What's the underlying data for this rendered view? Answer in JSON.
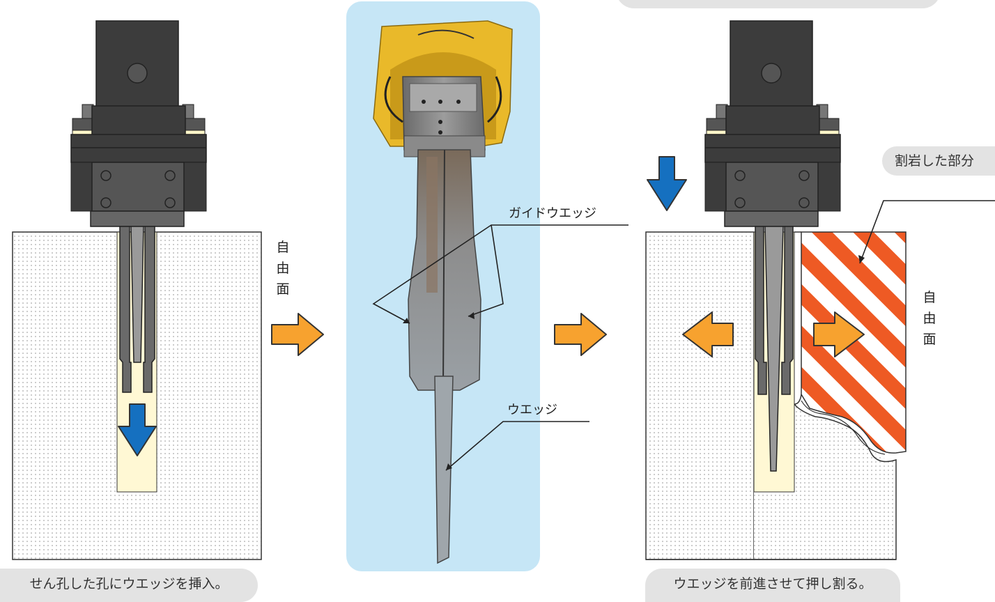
{
  "labels": {
    "step1_caption": "せん孔した孔にウエッジを挿入。",
    "step3_caption": "ウエッジを前進させて押し割る。",
    "guide_wedge": "ガイドウエッジ",
    "wedge": "ウエッジ",
    "broken_part": "割岩した部分",
    "free_face_left": [
      "自",
      "由",
      "面"
    ],
    "free_face_right": [
      "自",
      "由",
      "面"
    ]
  },
  "colors": {
    "rock_bg": "#ffffff",
    "rock_dot": "#9a9a9a",
    "hole_fill": "#fff8d4",
    "machine_dark": "#3c3c3c",
    "machine_mid": "#555555",
    "wedge_gray": "#8f8f8f",
    "blue_arrow": "#1570c0",
    "orange_arrow": "#f7a22f",
    "stripe_red": "#ee5a24",
    "photo_panel": "#c6e6f6",
    "pill_gray": "#e3e3e3"
  },
  "icons": {
    "step_arrow": "orange-right-arrow",
    "insert_arrow": "blue-down-arrow"
  }
}
